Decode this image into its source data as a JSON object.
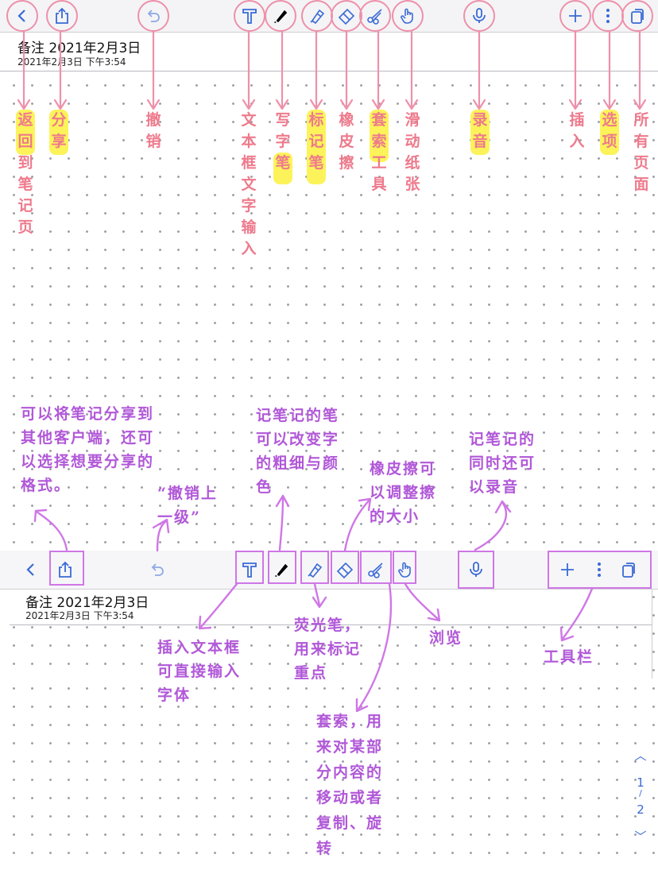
{
  "note": {
    "title": "备注 2021年2月3日",
    "subtitle": "2021年2月3日 下午3:54"
  },
  "toolbar_icons": [
    {
      "name": "back",
      "icon": "chevron-left-icon"
    },
    {
      "name": "share",
      "icon": "share-icon"
    },
    {
      "name": "undo",
      "icon": "undo-icon"
    },
    {
      "name": "text",
      "icon": "text-box-icon"
    },
    {
      "name": "pen",
      "icon": "pen-icon"
    },
    {
      "name": "highlighter",
      "icon": "highlighter-icon"
    },
    {
      "name": "eraser",
      "icon": "eraser-icon"
    },
    {
      "name": "lasso",
      "icon": "scissors-icon"
    },
    {
      "name": "swipe",
      "icon": "hand-pointer-icon"
    },
    {
      "name": "record",
      "icon": "microphone-icon"
    },
    {
      "name": "insert",
      "icon": "plus-icon"
    },
    {
      "name": "options",
      "icon": "more-vertical-icon"
    },
    {
      "name": "pages",
      "icon": "pages-icon"
    }
  ],
  "top_labels": {
    "back": "返回到笔记页",
    "share": "分享",
    "undo": "撤销",
    "text": "文本框文字输入",
    "pen": "写字笔",
    "highlighter": "标记笔",
    "eraser": "橡皮擦",
    "lasso": "套索工具",
    "swipe": "滑动纸张",
    "record": "录音",
    "insert": "插入",
    "options": "选项",
    "pages": "所有页面"
  },
  "notes": {
    "share": [
      "可以将笔记分享到",
      "其他客户端，还可",
      "以选择想要分享的",
      "格式。"
    ],
    "undo": [
      "“撤销上",
      "一级”"
    ],
    "pen": [
      "记笔记的笔",
      "可以改变字",
      "的粗细与颜",
      "色"
    ],
    "eraser": [
      "橡皮擦可",
      "以调整擦",
      "的大小"
    ],
    "record": [
      "记笔记的",
      "同时还可",
      "以录音"
    ],
    "text": [
      "插入文本框",
      "可直接输入",
      "字体"
    ],
    "highlighter": [
      "荧光笔，",
      "用来标记",
      "重点"
    ],
    "lasso": [
      "套索，用",
      "来对某部",
      "分内容的",
      "移动或者",
      "复制、旋",
      "转"
    ],
    "swipe": "浏览",
    "toolbar": "工具栏"
  },
  "pager": {
    "current": "1",
    "separator": "/",
    "total": "2"
  },
  "colors": {
    "icon": "#3a6ad6",
    "top_label": "#ee7a8c",
    "highlight": "#fcf35a",
    "note": "#b158d8",
    "ring": "#ee90aa"
  }
}
